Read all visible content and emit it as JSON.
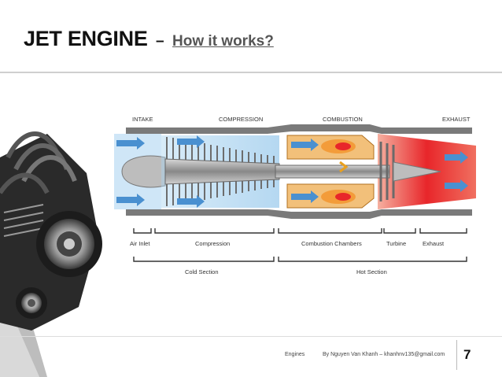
{
  "slide": {
    "title_main": "JET ENGINE",
    "title_sep": "–",
    "title_sub": "How it works?",
    "page_number": "7"
  },
  "footer": {
    "topic": "Engines",
    "author": "By Nguyen Van Khanh – khanhnv135@gmail.com"
  },
  "diagram": {
    "top_labels": [
      "INTAKE",
      "COMPRESSION",
      "COMBUSTION",
      "EXHAUST"
    ],
    "section_labels": [
      "Air Inlet",
      "Compression",
      "Combustion Chambers",
      "Turbine",
      "Exhaust"
    ],
    "zone_labels": [
      "Cold Section",
      "Hot Section"
    ]
  },
  "colors": {
    "airflow": "#4a90d0",
    "hot": "#e8262a",
    "flame": "#f39c3a",
    "metal": "#9a9a9a"
  }
}
